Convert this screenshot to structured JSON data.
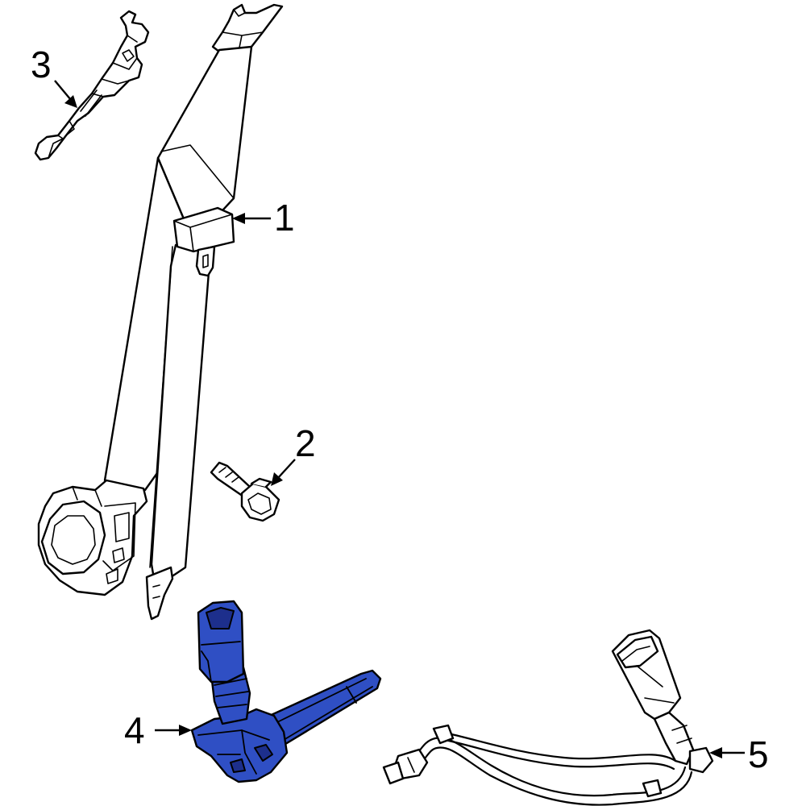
{
  "callouts": [
    {
      "id": "1",
      "label": "1"
    },
    {
      "id": "2",
      "label": "2"
    },
    {
      "id": "3",
      "label": "3"
    },
    {
      "id": "4",
      "label": "4"
    },
    {
      "id": "5",
      "label": "5"
    }
  ],
  "colors": {
    "highlight": "#2f4fc4",
    "highlight_dark": "#1d2f8c",
    "line": "#000000",
    "background": "#ffffff"
  }
}
